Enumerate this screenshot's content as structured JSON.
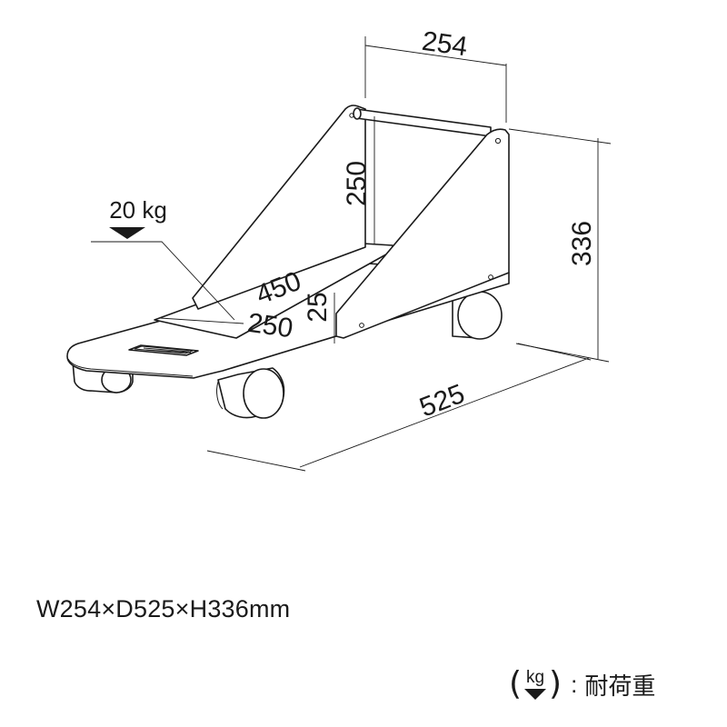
{
  "diagram": {
    "width_label": "254",
    "height_label": "336",
    "depth_label": "525",
    "frame_height_label": "250",
    "shelf_depth_label": "450",
    "shelf_width_label": "250",
    "base_height_label": "25",
    "load_label": "20 kg"
  },
  "dimensions_text": "W254×D525×H336mm",
  "legend": {
    "open_paren": "(",
    "unit": "kg",
    "close_paren": ")",
    "colon": ":",
    "label": "耐荷重"
  }
}
